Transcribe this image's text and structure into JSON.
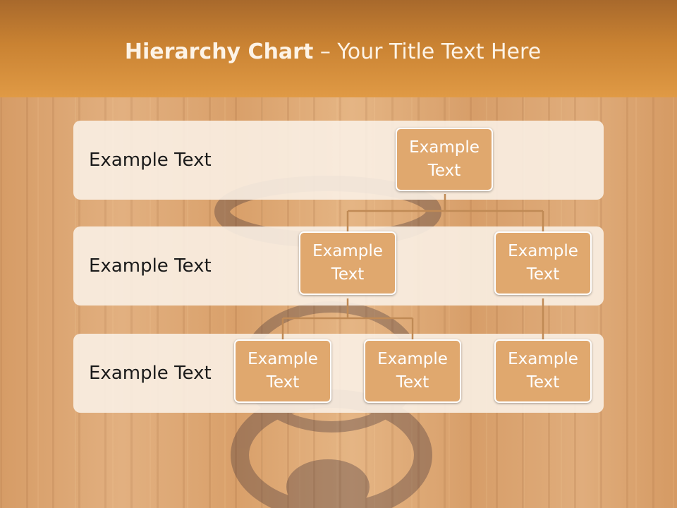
{
  "header": {
    "title_bold": "Hierarchy Chart",
    "title_rest": " – Your Title Text Here"
  },
  "levels": [
    {
      "label": "Example Text"
    },
    {
      "label": "Example Text"
    },
    {
      "label": "Example Text"
    }
  ],
  "nodes": {
    "root": "Example\nText",
    "mid_left": "Example\nText",
    "mid_right": "Example\nText",
    "leaf_1": "Example\nText",
    "leaf_2": "Example\nText",
    "leaf_3": "Example\nText"
  },
  "colors": {
    "header": "#c98232",
    "node_fill": "#e0a86e",
    "connector": "#c08a55",
    "band": "#faf0e4"
  }
}
